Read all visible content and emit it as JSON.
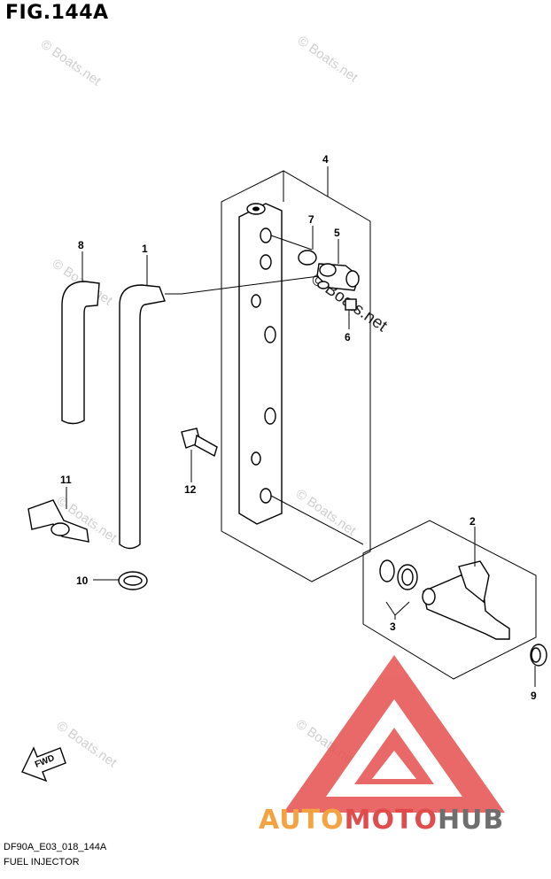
{
  "figure": {
    "title": "FIG.144A"
  },
  "footer": {
    "code": "DF90A_E03_018_144A",
    "name": "FUEL INJECTOR"
  },
  "callouts": [
    {
      "id": "1",
      "label": "1"
    },
    {
      "id": "2",
      "label": "2"
    },
    {
      "id": "3",
      "label": "3"
    },
    {
      "id": "4",
      "label": "4"
    },
    {
      "id": "5",
      "label": "5"
    },
    {
      "id": "6",
      "label": "6"
    },
    {
      "id": "7",
      "label": "7"
    },
    {
      "id": "8",
      "label": "8"
    },
    {
      "id": "9",
      "label": "9"
    },
    {
      "id": "10",
      "label": "10"
    },
    {
      "id": "11",
      "label": "11"
    },
    {
      "id": "12",
      "label": "12"
    }
  ],
  "direction_arrow": {
    "label": "FWD"
  },
  "watermark": {
    "text": "© Boats.net"
  },
  "logo": {
    "part1": "AUTO",
    "part2": "MOTO",
    "part3": "HUB",
    "triangle_color": "#e24b4b"
  }
}
